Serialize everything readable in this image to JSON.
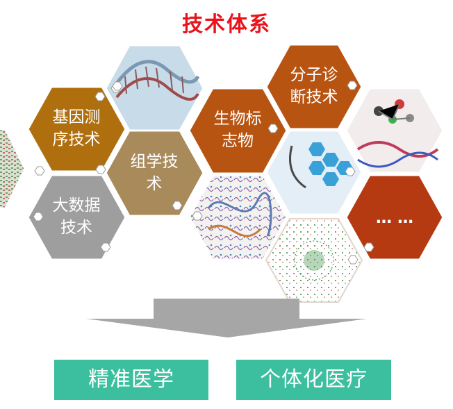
{
  "title": "技术体系",
  "hexagons": {
    "sequencing": {
      "line1": "基因测",
      "line2": "序技术",
      "color": "#b06f0f"
    },
    "bigdata": {
      "line1": "大数据",
      "line2": "技术",
      "color": "#9e9e9e"
    },
    "omics": {
      "line1": "组学技",
      "line2": "术",
      "color": "#a88a5b"
    },
    "biomarker": {
      "line1": "生物标",
      "line2": "志物",
      "color": "#b85412"
    },
    "moldiag": {
      "line1": "分子诊",
      "line2": "断技术",
      "color": "#b85412"
    },
    "more": {
      "label": "… …",
      "color": "#b53a12"
    }
  },
  "image_tiles": [
    "dna-helix-image",
    "sequence-data-image",
    "protein-structure-image",
    "medical-icons-image",
    "molecule-dna-image",
    "network-graph-image"
  ],
  "outcomes": {
    "left": "精准医学",
    "right": "个体化医疗",
    "color": "#3bbf9e"
  },
  "arrow_color": "#a6a6a6"
}
